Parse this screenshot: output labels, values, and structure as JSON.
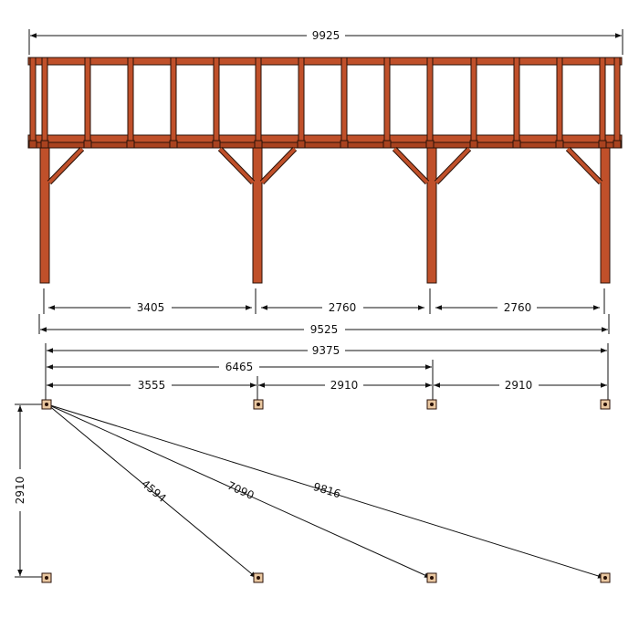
{
  "elevation": {
    "overall_top": "9925",
    "spans": [
      "3405",
      "2760",
      "2760"
    ],
    "overall_bottom": "9525"
  },
  "plan": {
    "overall": "9375",
    "cumulative": "6465",
    "spans": [
      "3555",
      "2910",
      "2910"
    ],
    "depth": "2910",
    "diagonals": [
      "4594",
      "7090",
      "9816"
    ]
  },
  "colors": {
    "wood": "#c0502a",
    "wood_dark": "#a9421f",
    "outline": "#2a1208",
    "footing": "#e9c7a0"
  }
}
